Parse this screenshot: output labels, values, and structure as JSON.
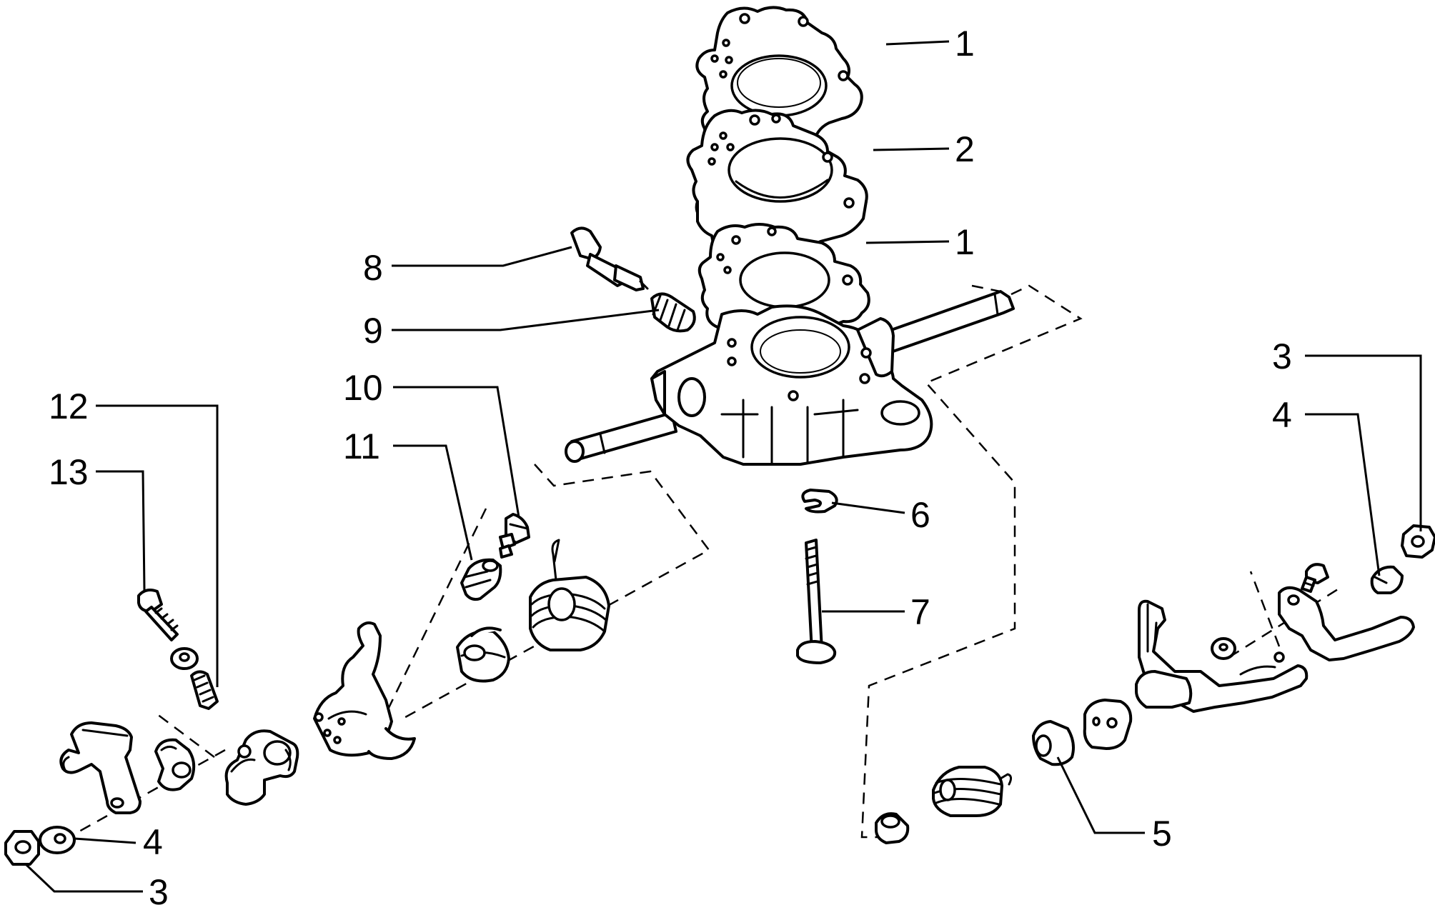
{
  "callouts": [
    {
      "label": "1"
    },
    {
      "label": "2"
    },
    {
      "label": "1"
    },
    {
      "label": "8"
    },
    {
      "label": "9"
    },
    {
      "label": "10"
    },
    {
      "label": "11"
    },
    {
      "label": "12"
    },
    {
      "label": "13"
    },
    {
      "label": "6"
    },
    {
      "label": "7"
    },
    {
      "label": "3"
    },
    {
      "label": "4"
    },
    {
      "label": "5"
    },
    {
      "label": "4"
    },
    {
      "label": "3"
    }
  ]
}
